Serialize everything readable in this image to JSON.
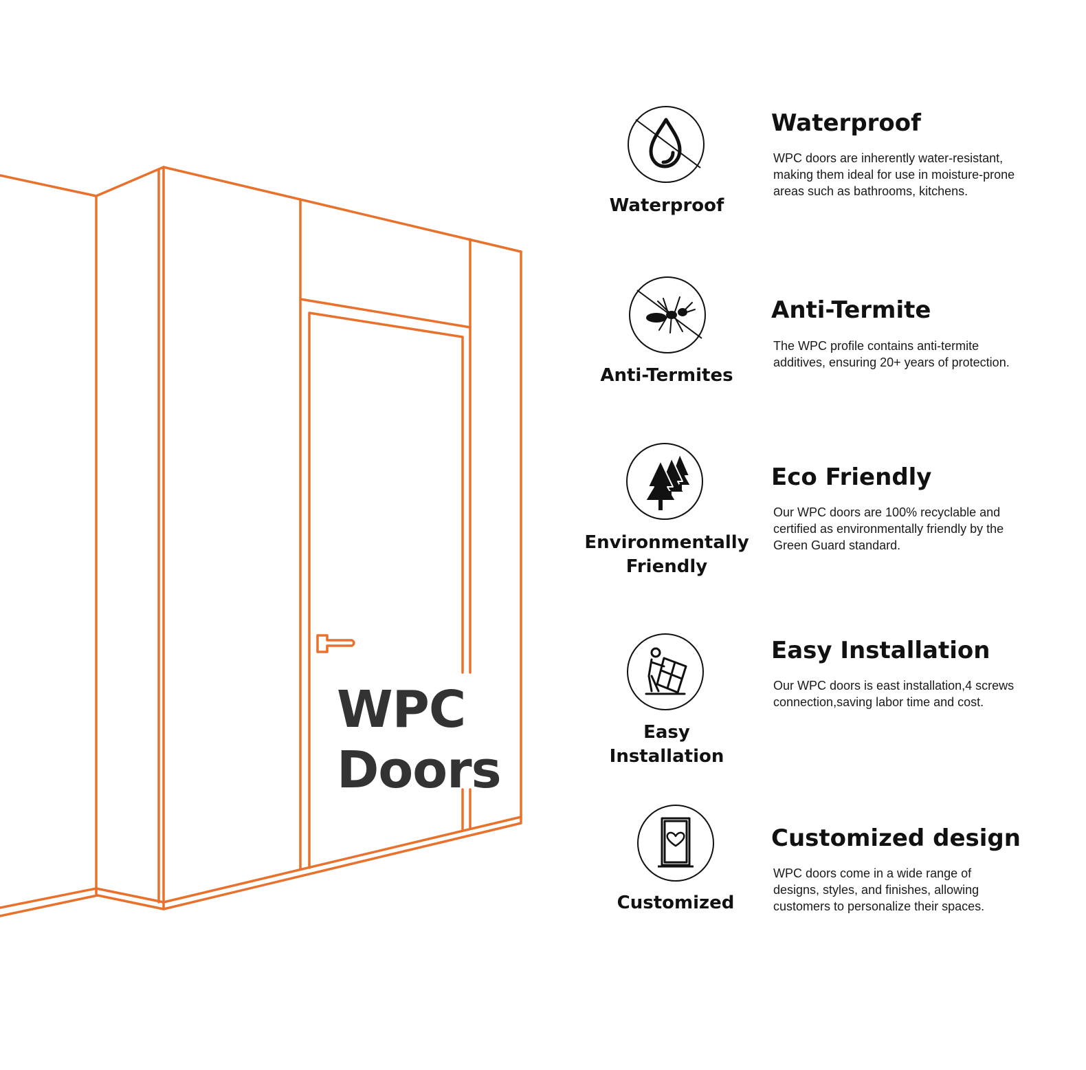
{
  "hero": {
    "line1": "WPC",
    "line2": "Doors"
  },
  "colors": {
    "accent": "#E8712C",
    "text": "#111111",
    "hero_text": "#333333"
  },
  "features": [
    {
      "icon": "no-water-drop-icon",
      "caption": "Waterproof",
      "title": "Waterproof",
      "description": "WPC doors are inherently water-resistant, making them ideal for use in moisture-prone areas such as bathrooms, kitchens."
    },
    {
      "icon": "no-termite-icon",
      "caption": "Anti-Termites",
      "title": "Anti-Termite",
      "description": "The WPC profile contains anti-termite additives, ensuring 20+ years of protection."
    },
    {
      "icon": "trees-icon",
      "caption": "Environmentally Friendly",
      "title": "Eco Friendly",
      "description": "Our WPC doors are 100% recyclable and certified as environmentally friendly by the Green Guard standard."
    },
    {
      "icon": "installer-icon",
      "caption": "Easy Installation",
      "title": "Easy Installation",
      "description": "Our WPC doors is east installation,4 screws connection,saving labor time and cost."
    },
    {
      "icon": "door-heart-icon",
      "caption": "Customized",
      "title": "Customized design",
      "description": "WPC doors come in a wide range of designs, styles, and finishes, allowing customers to personalize their spaces."
    }
  ]
}
